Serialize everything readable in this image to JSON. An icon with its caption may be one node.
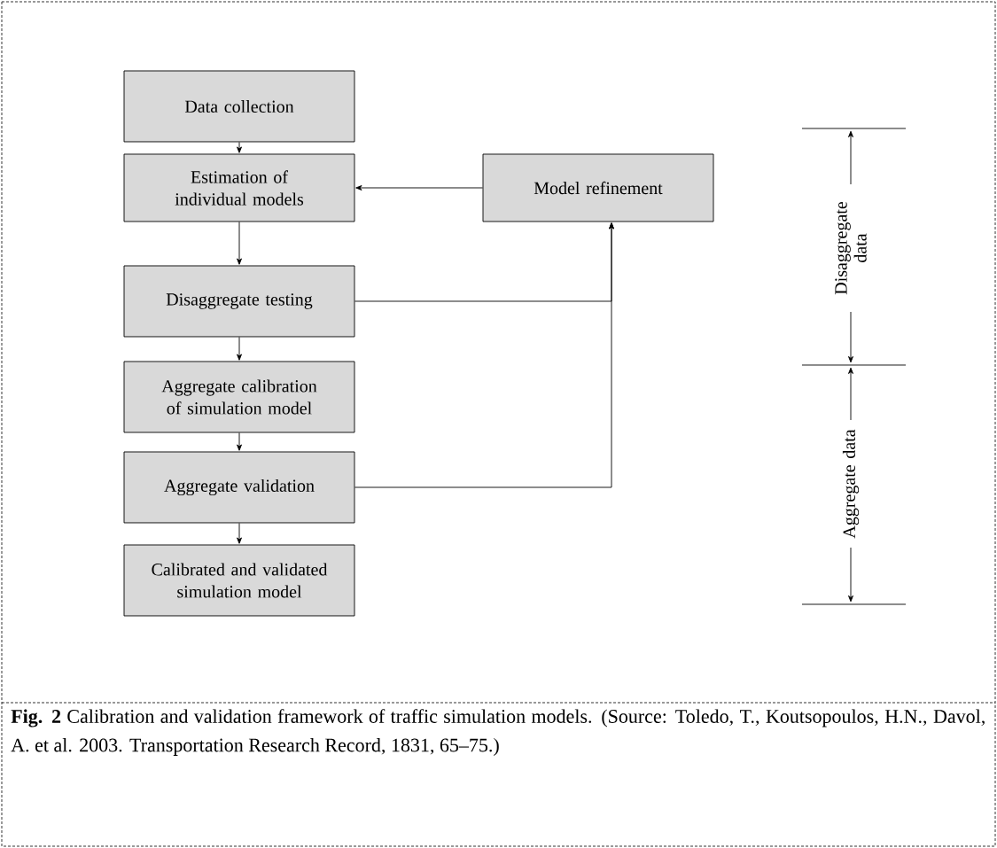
{
  "diagram": {
    "caption": "**Fig. 2** Calibration and validation framework of traffic simulation models. (Source: Toledo, T., Koutsopoulos, H.N., Davol, A. et al. 2003. Transportation Research Record, 1831, 65–75.)",
    "nodes": [
      {
        "text": [
          "Data collection"
        ]
      },
      {
        "text": [
          "Estimation of individual models"
        ]
      },
      {
        "text": [
          "Model refinement"
        ]
      },
      {
        "text": [
          "Disaggregate testing"
        ]
      },
      {
        "text": [
          "Aggregate calibration of simulation model"
        ]
      },
      {
        "text": [
          "Aggregate validation"
        ]
      },
      {
        "text": [
          "Calibrated and validated simulation model"
        ]
      }
    ],
    "edges": [
      {
        "from": 0,
        "to": 1,
        "arrow": "to"
      },
      {
        "from": 2,
        "to": 1,
        "arrow": "to"
      },
      {
        "from": 1,
        "to": 3,
        "arrow": "to"
      },
      {
        "from": 3,
        "to": 4,
        "arrow": "to"
      },
      {
        "from": 3,
        "to": 2,
        "arrow": "to"
      },
      {
        "from": 4,
        "to": 5,
        "arrow": "to"
      },
      {
        "from": 5,
        "to": 2,
        "arrow": "to"
      },
      {
        "from": 5,
        "to": 6,
        "arrow": "to"
      }
    ],
    "labels": [
      "Disaggregate data",
      "Aggregate data"
    ]
  }
}
